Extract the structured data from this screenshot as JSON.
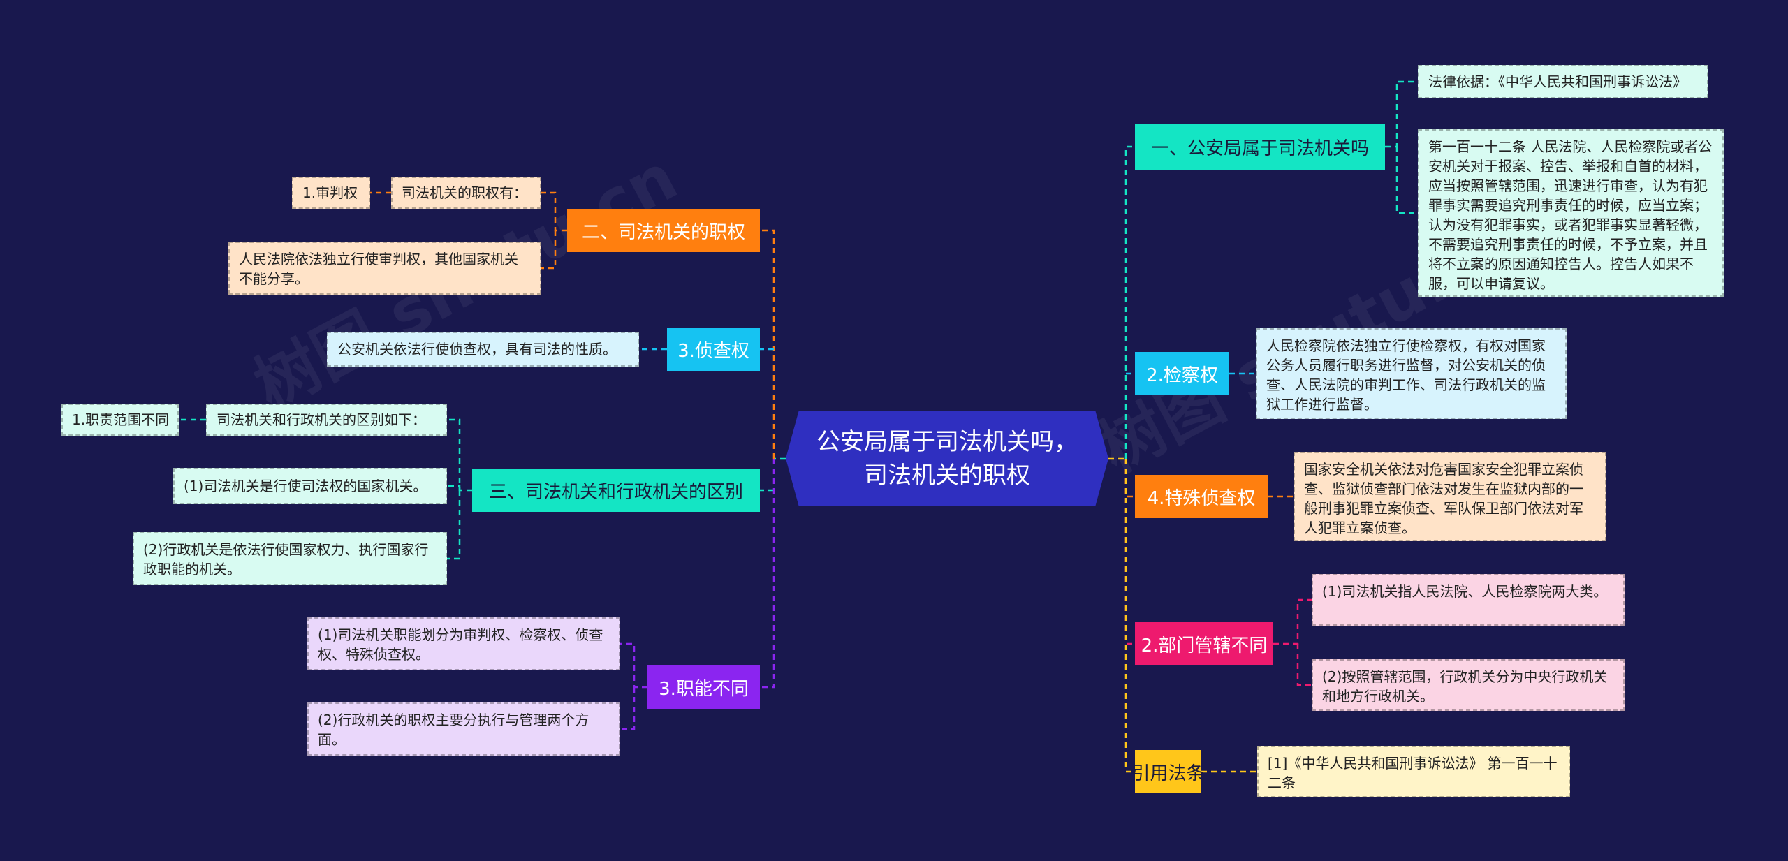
{
  "center": {
    "title": "公安局属于司法机关吗，司法机关的职权"
  },
  "watermark": "树图 shutu.cn",
  "colors": {
    "background": "#19184e",
    "center": "#2f2fc0",
    "teal": "#14e5c4",
    "orange": "#ff7f0f",
    "cyan": "#16c3f2",
    "purple": "#8b25f0",
    "pink": "#ee1a6e",
    "yellow": "#ffc61a"
  },
  "right": {
    "q1": {
      "label": "一、公安局属于司法机关吗",
      "basis": "法律依据：《中华人民共和国刑事诉讼法》",
      "article": "第一百一十二条 人民法院、人民检察院或者公安机关对于报案、控告、举报和自首的材料，应当按照管辖范围，迅速进行审查，认为有犯罪事实需要追究刑事责任的时候，应当立案；认为没有犯罪事实，或者犯罪事实显著轻微，不需要追究刑事责任的时候，不予立案，并且将不立案的原因通知控告人。控告人如果不服，可以申请复议。"
    },
    "procuratorial": {
      "label": "2.检察权",
      "text": "人民检察院依法独立行使检察权，有权对国家公务人员履行职务进行监督，对公安机关的侦查、人民法院的审判工作、司法行政机关的监狱工作进行监督。"
    },
    "special": {
      "label": "4.特殊侦查权",
      "text": "国家安全机关依法对危害国家安全犯罪立案侦查、监狱侦查部门依法对发生在监狱内部的一般刑事犯罪立案侦查、军队保卫部门依法对军人犯罪立案侦查。"
    },
    "jurisdiction": {
      "label": "2.部门管辖不同",
      "item1": "(1)司法机关指人民法院、人民检察院两大类。",
      "item2": "(2)按照管辖范围，行政机关分为中央行政机关和地方行政机关。"
    },
    "citation": {
      "label": "引用法条",
      "text": "[1]《中华人民共和国刑事诉讼法》 第一百一十二条"
    }
  },
  "left": {
    "powers": {
      "label": "二、司法机关的职权",
      "intro": "司法机关的职权有：",
      "judicial": "1.审判权",
      "courts": "人民法院依法独立行使审判权，其他国家机关不能分享。"
    },
    "investigation": {
      "label": "3.侦查权",
      "text": "公安机关依法行使侦查权，具有司法的性质。"
    },
    "difference": {
      "label": "三、司法机关和行政机关的区别",
      "intro": "司法机关和行政机关的区别如下：",
      "scope": "1.职责范围不同",
      "item1": "(1)司法机关是行使司法权的国家机关。",
      "item2": "(2)行政机关是依法行使国家权力、执行国家行政职能的机关。"
    },
    "functions": {
      "label": "3.职能不同",
      "item1": "(1)司法机关职能划分为审判权、检察权、侦查权、特殊侦查权。",
      "item2": "(2)行政机关的职权主要分执行与管理两个方面。"
    }
  }
}
